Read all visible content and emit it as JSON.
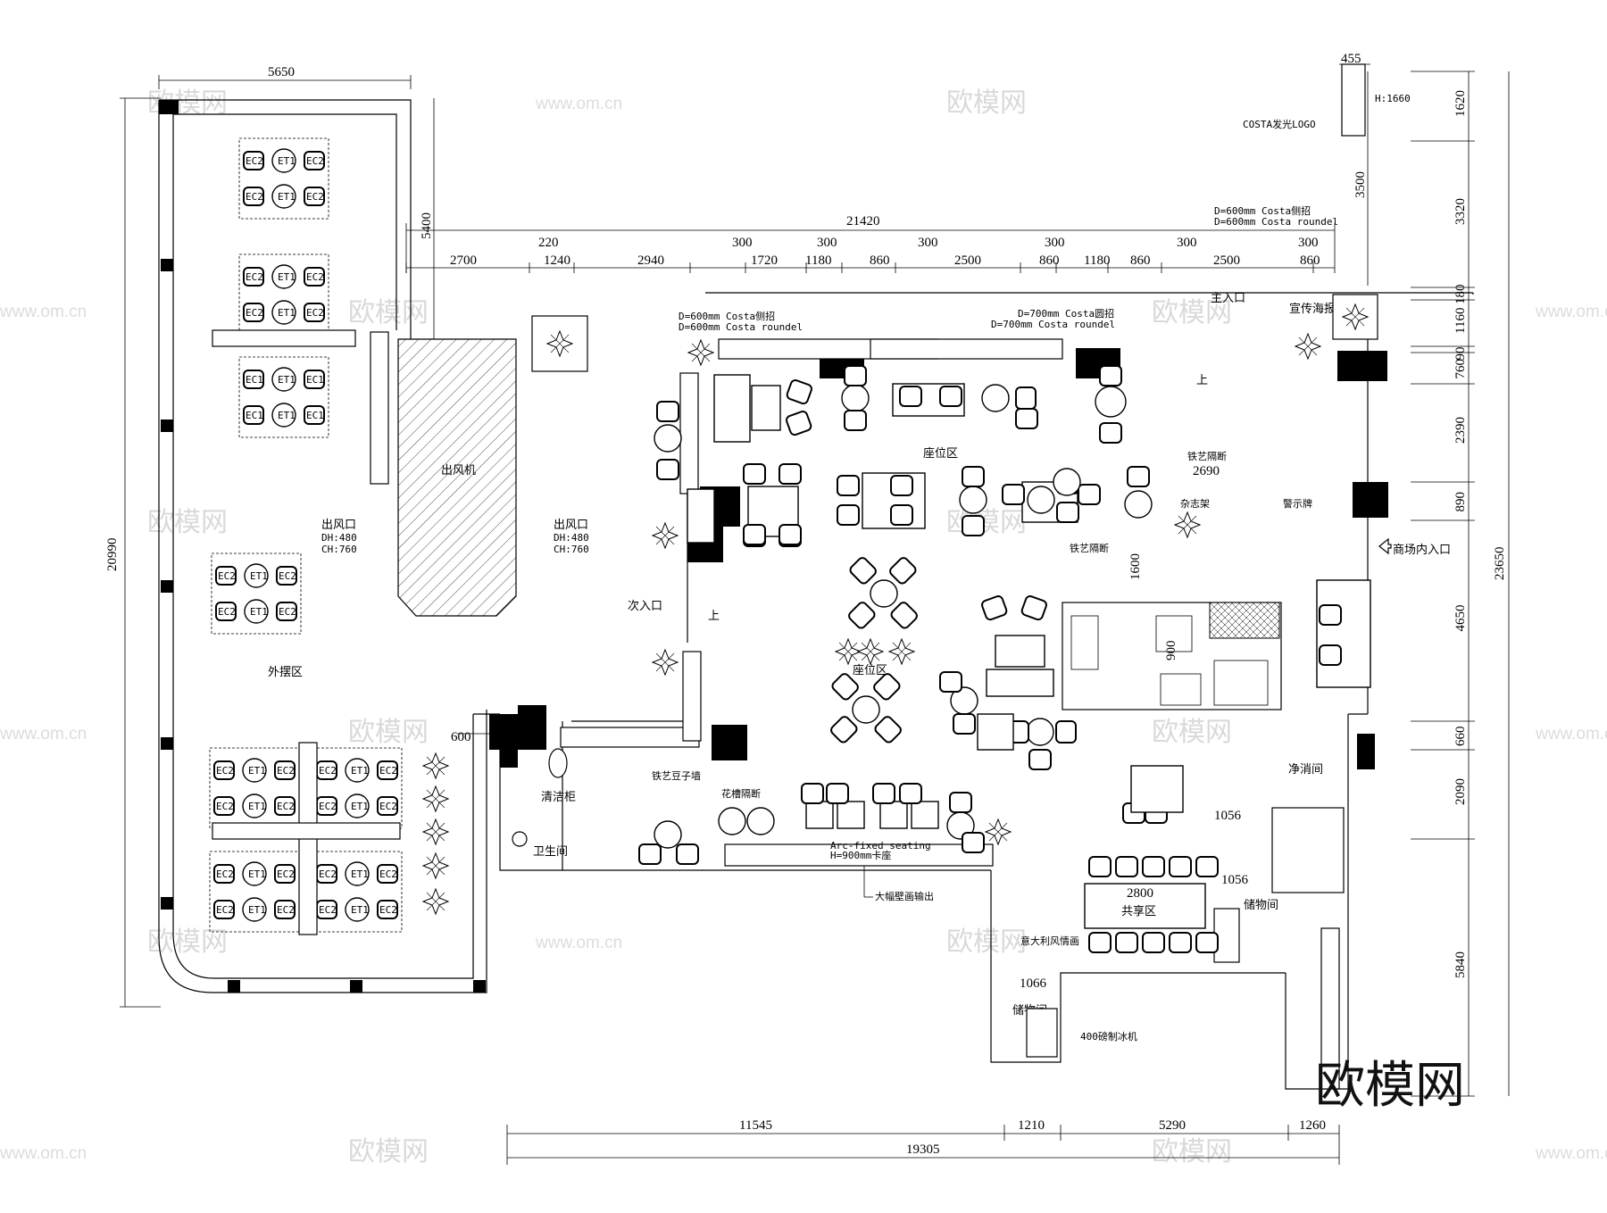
{
  "title_logo": "欧模网",
  "watermarks": [
    "欧模网",
    "www.om.cn"
  ],
  "dimensions": {
    "top_left": "5650",
    "left_total": "20990",
    "vertical_5400": "5400",
    "top_total": "21420",
    "top_upper": [
      "220",
      "300",
      "300",
      "300",
      "300",
      "300",
      "300"
    ],
    "top_lower": [
      "2700",
      "1240",
      "2940",
      "1720",
      "1180",
      "860",
      "2500",
      "860",
      "1180",
      "860",
      "2500",
      "860"
    ],
    "right_col": [
      "1620",
      "3320",
      "180",
      "1160",
      "90",
      "760",
      "2390",
      "890",
      "4650",
      "660",
      "2090",
      "5840"
    ],
    "right_total": "23650",
    "logo_w": "455",
    "logo_h": "3500",
    "bottom_upper": [
      "11545",
      "1210",
      "5290",
      "1260"
    ],
    "bottom_total": "19305",
    "inner": {
      "d600": "600",
      "d2690": "2690",
      "d1600": "1600",
      "d900": "900",
      "d1056a": "1056",
      "d1056b": "1056",
      "d2800": "2800",
      "d1066": "1066"
    }
  },
  "labels": {
    "logo_height": "H:1660",
    "costa_logo": "COSTA发光LOGO",
    "sign600_top1": "D=600mm Costa侧招",
    "sign600_top2": "D=600mm Costa roundel",
    "sign600_left1": "D=600mm Costa侧招",
    "sign600_left2": "D=600mm Costa roundel",
    "sign700_1": "D=700mm Costa圆招",
    "sign700_2": "D=700mm Costa roundel",
    "main_entrance": "主入口",
    "poster": "宣传海报",
    "seating_area_1": "座位区",
    "seating_area_2": "座位区",
    "fan": "出风机",
    "outlet_left": "出风口",
    "outlet_left_dh": "DH:480",
    "outlet_left_ch": "CH:760",
    "outlet_right": "出风口",
    "outlet_right_dh": "DH:480",
    "outlet_right_ch": "CH:760",
    "outdoor": "外摆区",
    "secondary_entrance": "次入口",
    "up_1": "上",
    "up_2": "上",
    "iron_partition_1": "铁艺隔断",
    "iron_partition_2": "铁艺隔断",
    "magazine_rack": "杂志架",
    "warning_sign": "警示牌",
    "mall_entrance": "商场内入口",
    "clean_cabinet": "清洁柜",
    "restroom": "卫生间",
    "iron_bean_wall": "铁艺豆子墙",
    "planter_partition": "花槽隔断",
    "arc_seating_1": "Arc-fixed seating",
    "arc_seating_2": "H=900mm卡座",
    "mural": "大幅壁画输出",
    "disinfection": "净消间",
    "storage_1": "储物间",
    "storage_2": "储物间",
    "shared_area": "共享区",
    "italy_painting": "意大利风情画",
    "ice_machine": "400磅制冰机",
    "ec2": "EC2",
    "ec1": "EC1",
    "et1": "ET1"
  }
}
